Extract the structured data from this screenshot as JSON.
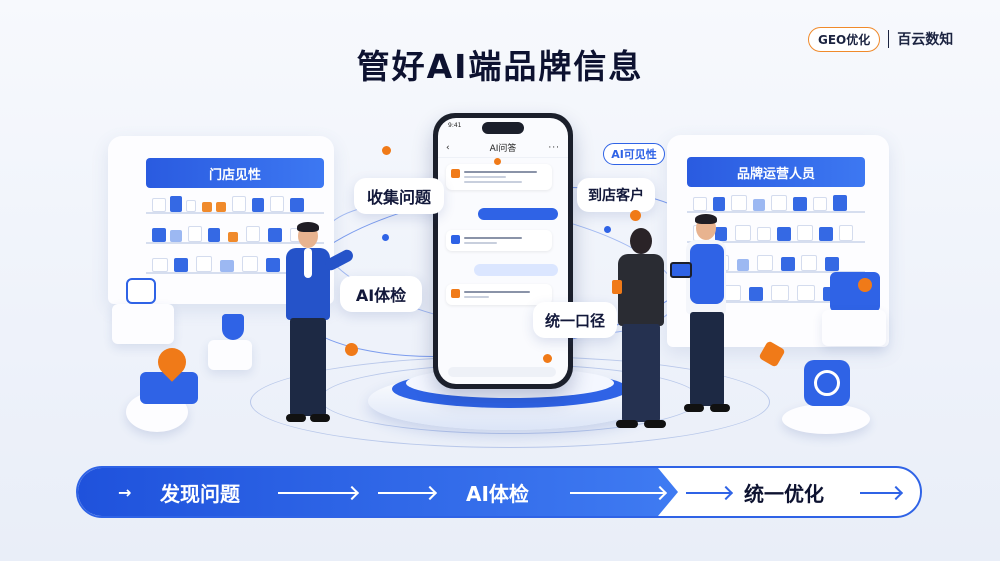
{
  "brand": {
    "tag": "GEO优化",
    "name": "百云数知"
  },
  "title": "管好AI端品牌信息",
  "shelves": {
    "left_sign": "门店见性",
    "right_sign": "品牌运营人员"
  },
  "phone": {
    "time": "9:41",
    "app_title": "AI问答",
    "back": "‹",
    "more": "···"
  },
  "callouts": {
    "collect": "收集问题",
    "ai_check": "AI体检",
    "unify": "统一口径",
    "visit": "到店客户",
    "ai_visibility": "AI可见性"
  },
  "flow": {
    "arrow": "→",
    "steps": [
      "发现问题",
      "AI体检",
      "统一优化"
    ]
  },
  "colors": {
    "accent": "#2f63e6",
    "orange": "#f07a18",
    "dark": "#0d1230"
  }
}
